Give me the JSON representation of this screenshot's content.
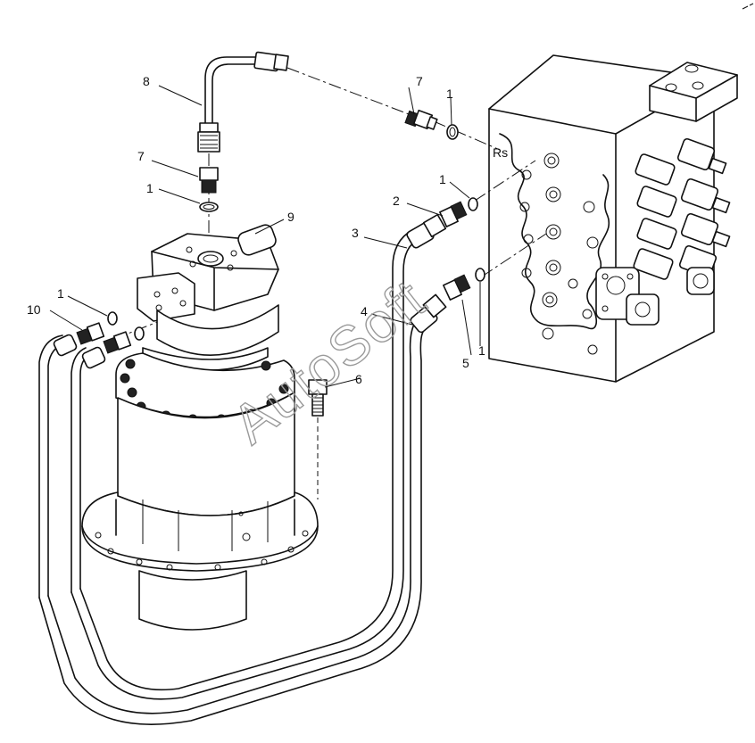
{
  "watermark": "AutoSoft",
  "callouts": {
    "c1a": "1",
    "c1b": "1",
    "c1c": "1",
    "c1d": "1",
    "c2": "2",
    "c3": "3",
    "c4": "4",
    "c5": "5",
    "c6": "6",
    "c7a": "7",
    "c7b": "7",
    "c8": "8",
    "c9": "9",
    "c10": "10",
    "rs": "Rs"
  },
  "parts": [
    {
      "id": "1",
      "name": "o-ring"
    },
    {
      "id": "2",
      "name": "connector"
    },
    {
      "id": "3",
      "name": "hose"
    },
    {
      "id": "4",
      "name": "hose"
    },
    {
      "id": "5",
      "name": "connector"
    },
    {
      "id": "6",
      "name": "bolt"
    },
    {
      "id": "7",
      "name": "connector"
    },
    {
      "id": "8",
      "name": "tube"
    },
    {
      "id": "9",
      "name": "swing motor"
    },
    {
      "id": "10",
      "name": "connector"
    }
  ]
}
